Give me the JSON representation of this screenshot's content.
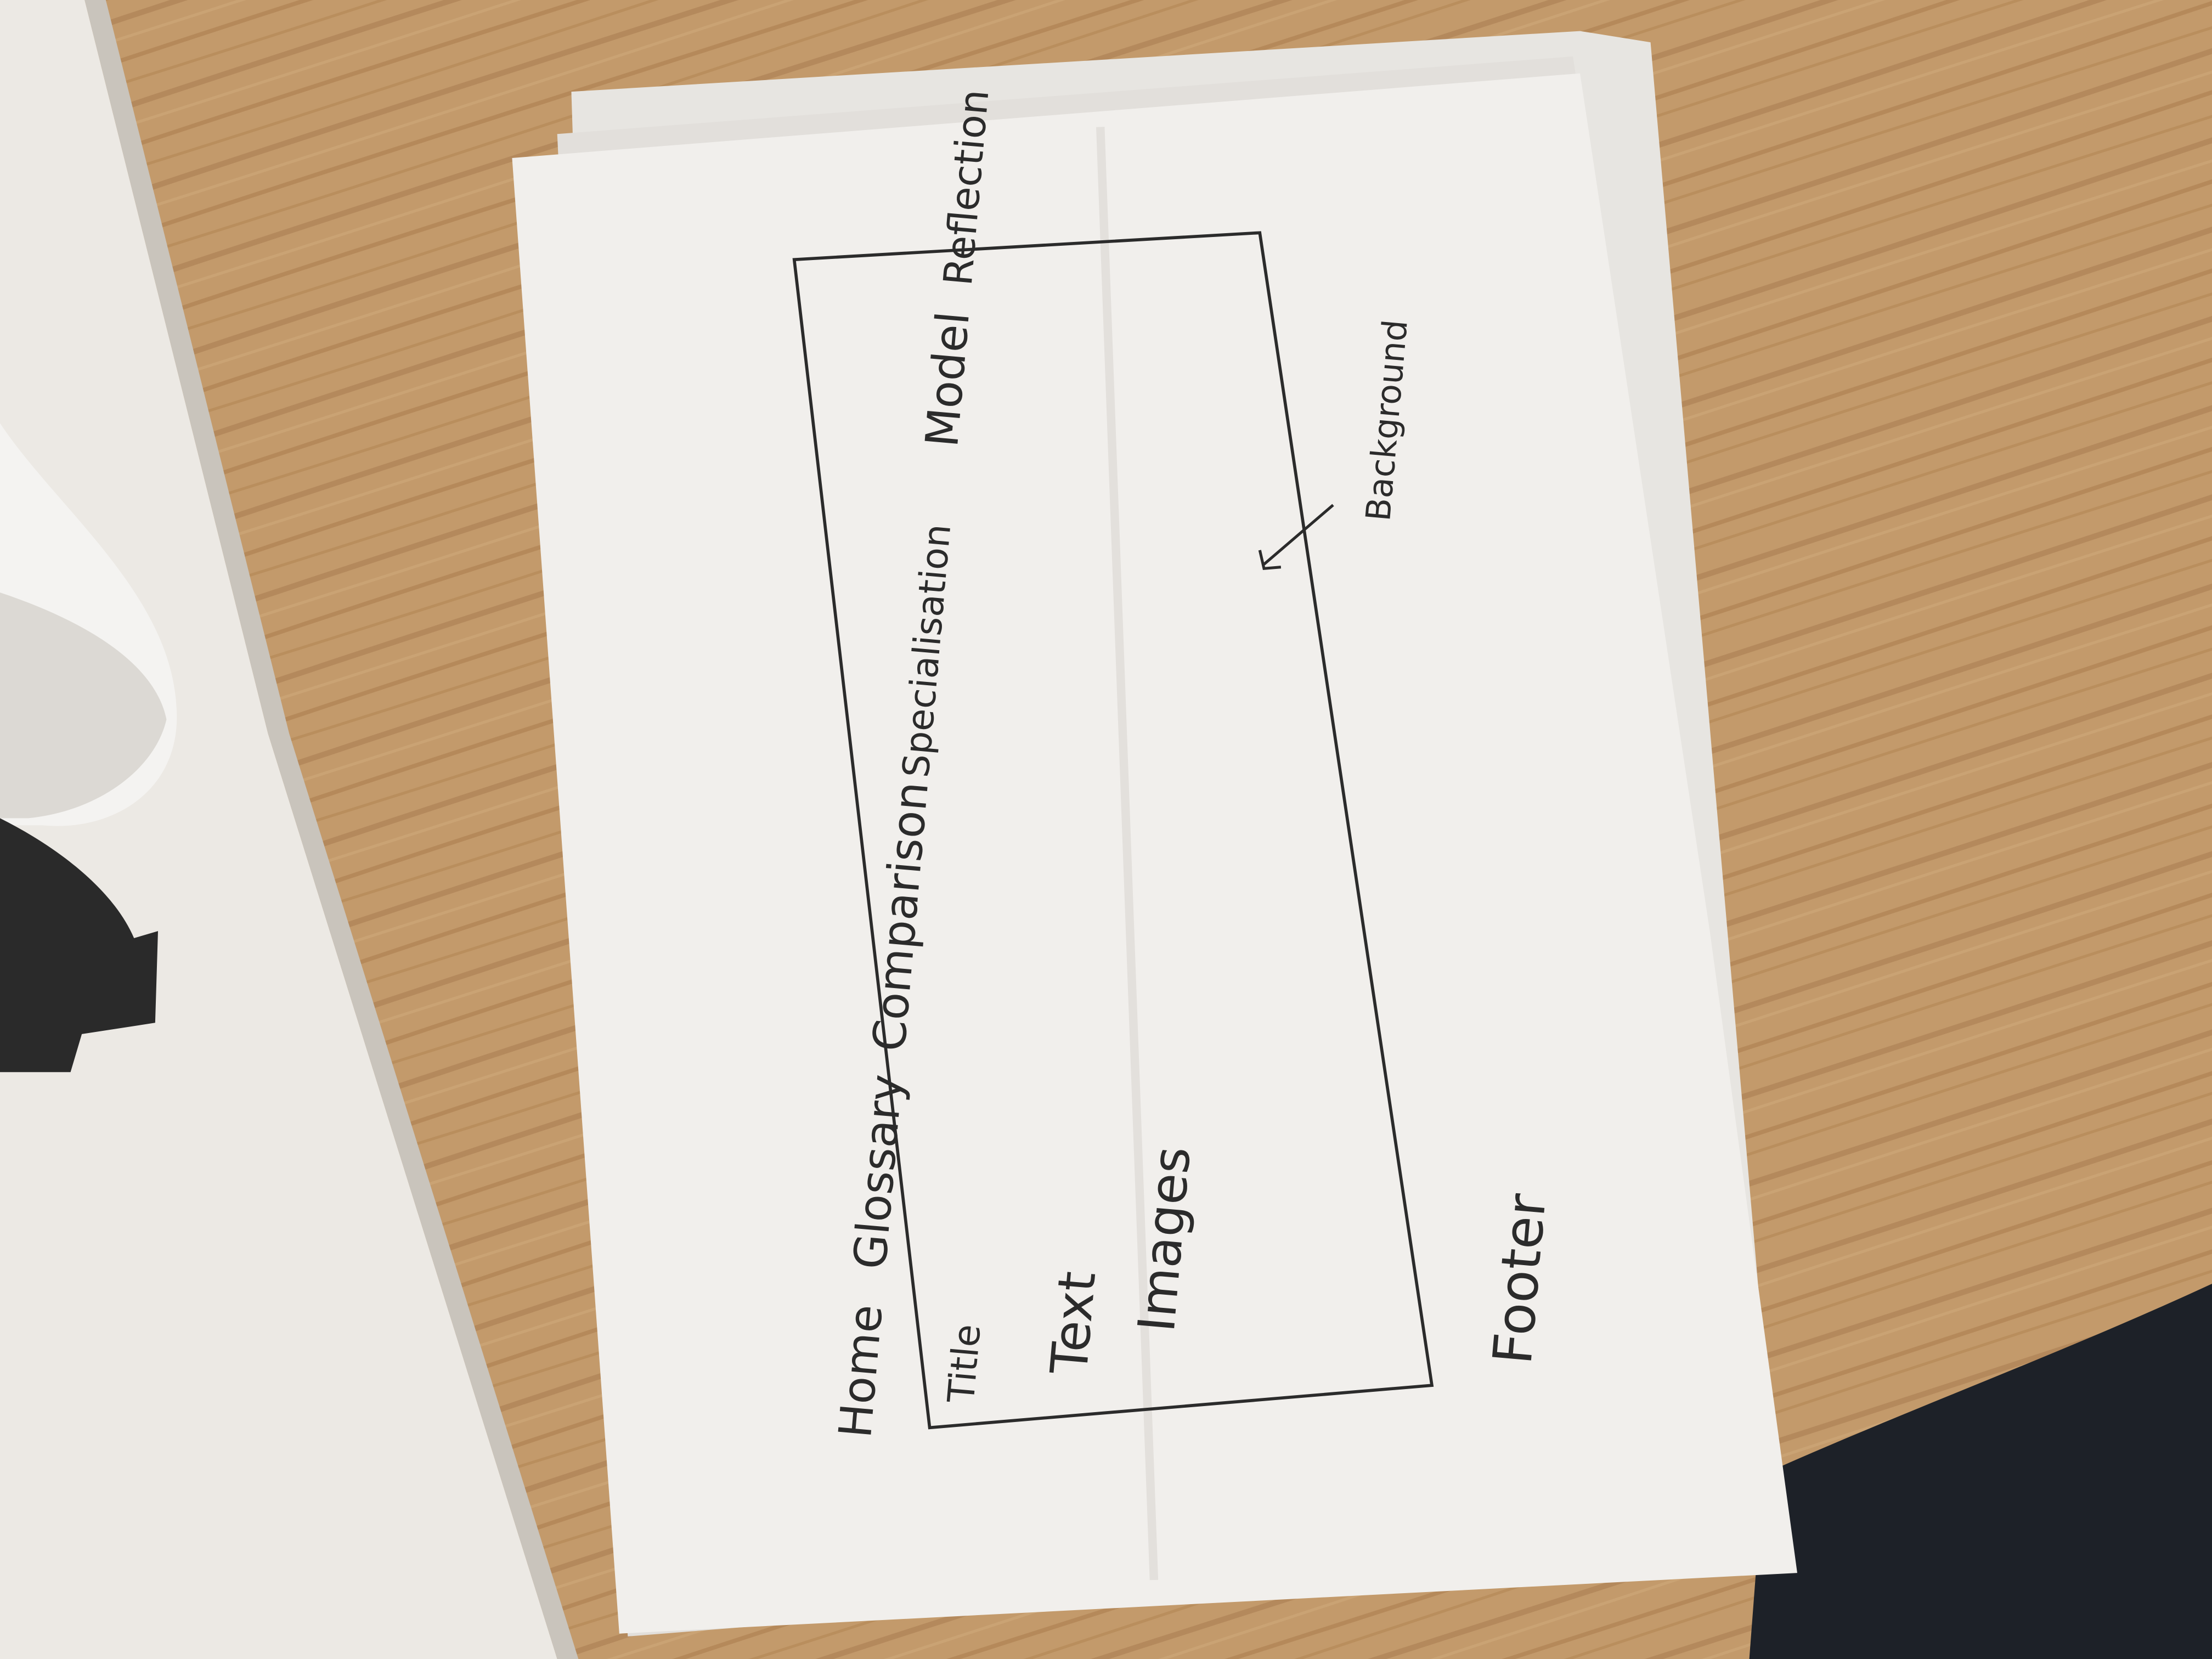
{
  "sketch": {
    "nav_items": [
      "Home",
      "Glossary",
      "Comparison",
      "Specialisation",
      "Model",
      "Reflection"
    ],
    "content_labels": {
      "title": "Title",
      "text": "Text",
      "images": "Images"
    },
    "annotation": "Background",
    "footer": "Footer"
  },
  "colors": {
    "desk": "#c39a6b",
    "desk_grain": "#a97c4d",
    "paper": "#f1efec",
    "paper_shadow": "#d9d6d2",
    "ink": "#2b2b2b",
    "white_object": "#ece9e4",
    "dark_object": "#2a2a2a",
    "fabric": "#1d2128"
  }
}
